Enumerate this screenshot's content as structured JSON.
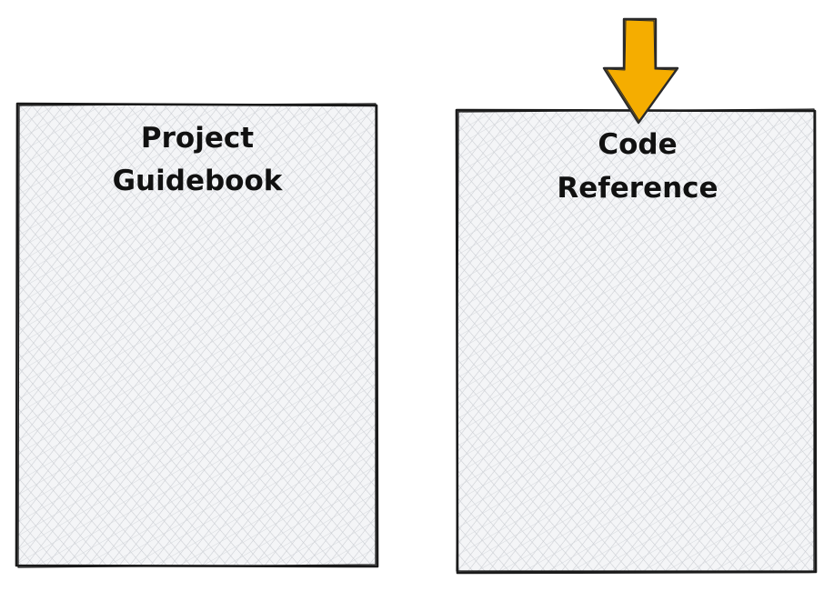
{
  "cards": [
    {
      "id": "project-guidebook",
      "title_lines": [
        "Project",
        "Guidebook"
      ]
    },
    {
      "id": "code-reference",
      "title_lines": [
        "Code",
        "Reference"
      ]
    }
  ],
  "highlight_arrow": {
    "icon": "down-arrow-icon",
    "points_to": "code-reference",
    "fill": "#F5AD00",
    "stroke": "#2A2A2A"
  },
  "colors": {
    "hatch": "#C9CCD1",
    "card_fill": "#F4F5F7",
    "outline": "#1A1A1A"
  }
}
